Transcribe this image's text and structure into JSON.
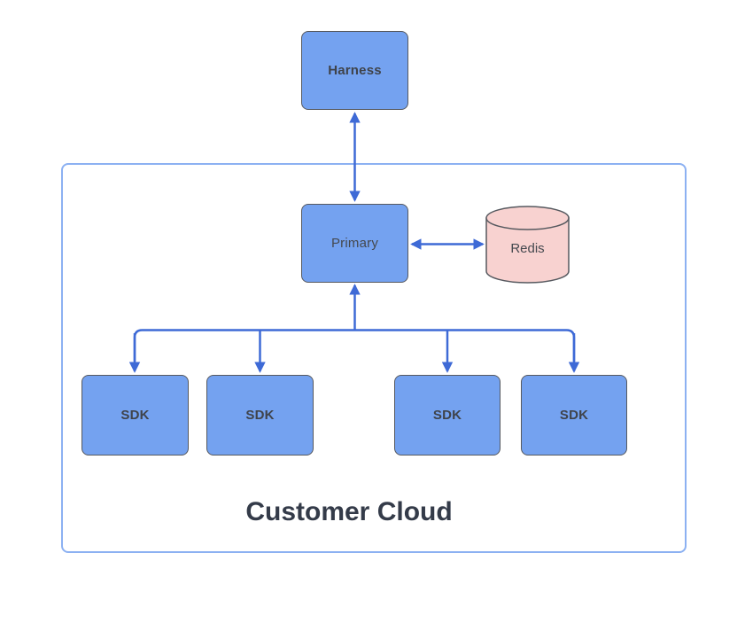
{
  "diagram": {
    "nodes": {
      "harness": {
        "label": "Harness"
      },
      "primary": {
        "label": "Primary"
      },
      "redis": {
        "label": "Redis"
      }
    },
    "sdk_labels": [
      "SDK",
      "SDK",
      "SDK",
      "SDK"
    ],
    "container_label": "Customer Cloud",
    "colors": {
      "node_fill": "#74A2F0",
      "node_border": "#56595F",
      "redis_fill": "#F8D2D0",
      "arrow": "#3E6AD6",
      "container_border": "#8CB1F2",
      "node_label_text": "#45494F",
      "container_label_text": "#343B49"
    }
  }
}
